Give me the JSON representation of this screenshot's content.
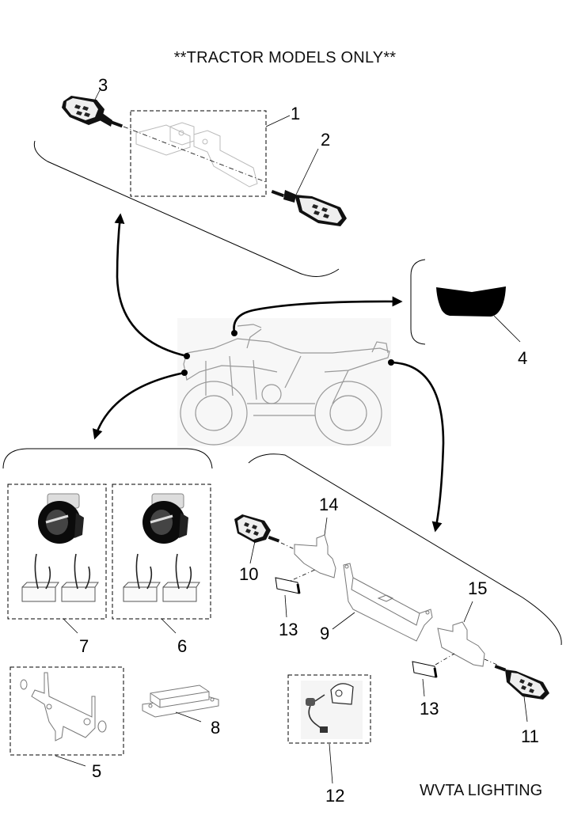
{
  "header": {
    "title": "**TRACTOR MODELS ONLY**"
  },
  "footer": {
    "label": "WVTA LIGHTING"
  },
  "callouts": [
    {
      "num": "1",
      "part": "front-indicator-bracket-kit"
    },
    {
      "num": "2",
      "part": "front-indicator-right"
    },
    {
      "num": "3",
      "part": "front-indicator-left"
    },
    {
      "num": "4",
      "part": "handlebar-cover"
    },
    {
      "num": "5",
      "part": "headlight-bracket-kit"
    },
    {
      "num": "6",
      "part": "headlight-kit-right"
    },
    {
      "num": "7",
      "part": "headlight-kit-left"
    },
    {
      "num": "8",
      "part": "control-module"
    },
    {
      "num": "9",
      "part": "rear-bracket"
    },
    {
      "num": "10",
      "part": "rear-indicator-left"
    },
    {
      "num": "11",
      "part": "rear-indicator-right"
    },
    {
      "num": "12",
      "part": "plate-light-kit"
    },
    {
      "num": "13",
      "part": "reflector"
    },
    {
      "num": "14",
      "part": "rear-indicator-mount-left"
    },
    {
      "num": "15",
      "part": "rear-indicator-mount-right"
    }
  ],
  "labels": {
    "c1": "1",
    "c2": "2",
    "c3": "3",
    "c4": "4",
    "c5": "5",
    "c6": "6",
    "c7": "7",
    "c8": "8",
    "c9": "9",
    "c10": "10",
    "c11": "11",
    "c12": "12",
    "c13a": "13",
    "c13b": "13",
    "c14": "14",
    "c15": "15"
  }
}
